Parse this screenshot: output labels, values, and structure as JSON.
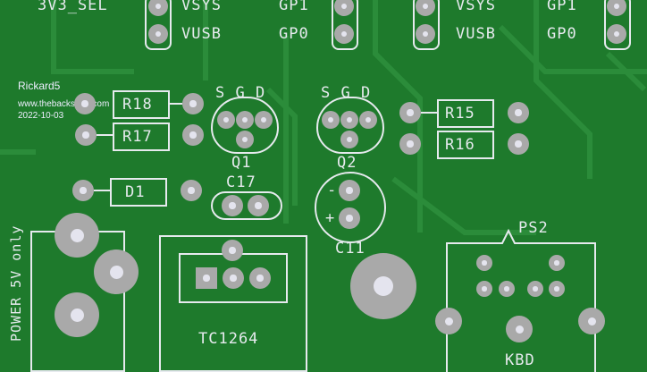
{
  "watermark": {
    "author": "Rickard5",
    "site": "www.thebackshed.com",
    "date": "2022-10-03"
  },
  "labels": {
    "sel": "3V3_SEL",
    "vsys1": "VSYS",
    "vusb1": "VUSB",
    "gp1a": "GP1",
    "gp0a": "GP0",
    "vsys2": "VSYS",
    "vusb2": "VUSB",
    "gp1b": "GP1",
    "gp0b": "GP0",
    "r18": "R18",
    "r17": "R17",
    "r15": "R15",
    "r16": "R16",
    "d1": "D1",
    "q1": "Q1",
    "q2": "Q2",
    "sgd1": "S G D",
    "sgd2": "S G D",
    "c17": "C17",
    "c11": "C11",
    "power": "POWER 5V only",
    "tc": "TC1264",
    "ps2": "PS2",
    "kbd": "KBD",
    "minus": "-",
    "plus": "+"
  },
  "colors": {
    "board": "#1e7a2c",
    "silk": "#e6eaee",
    "pad": "#a9a9a9"
  }
}
